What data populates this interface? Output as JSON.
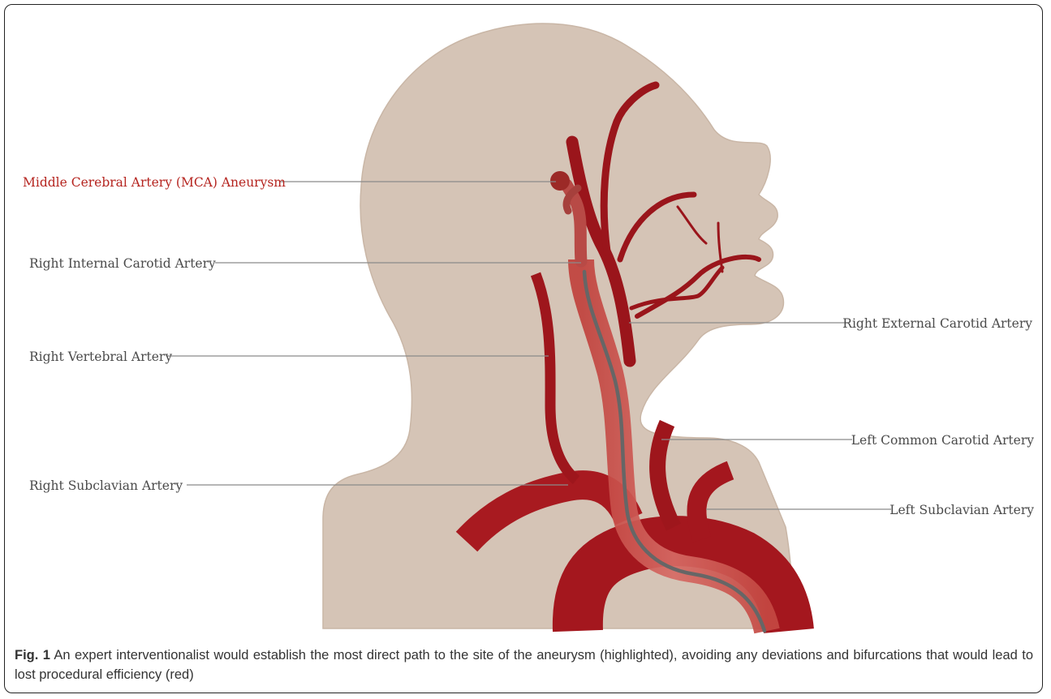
{
  "figure": {
    "labels": {
      "aneurysm": "Middle Cerebral Artery (MCA) Aneurysm",
      "right_internal_carotid": "Right Internal Carotid Artery",
      "right_vertebral": "Right Vertebral Artery",
      "right_subclavian": "Right Subclavian Artery",
      "right_external_carotid": "Right External Carotid Artery",
      "left_common_carotid": "Left Common Carotid Artery",
      "left_subclavian": "Left Subclavian Artery"
    },
    "colors": {
      "skin": "#d5c4b6",
      "skin_edge": "#c9b6a6",
      "artery": "#a4171e",
      "artery_dark": "#861217",
      "highlight": "#cf5a55",
      "catheter": "#6b6b6b",
      "leader": "#8a8a8a",
      "aneurysm_label": "#b5241f"
    }
  },
  "caption": {
    "fig_label": "Fig. 1",
    "text": " An expert interventionalist would establish the most direct path to the site of the aneurysm (highlighted), avoiding any deviations and bifurcations that would lead to lost procedural efficiency (red)"
  }
}
